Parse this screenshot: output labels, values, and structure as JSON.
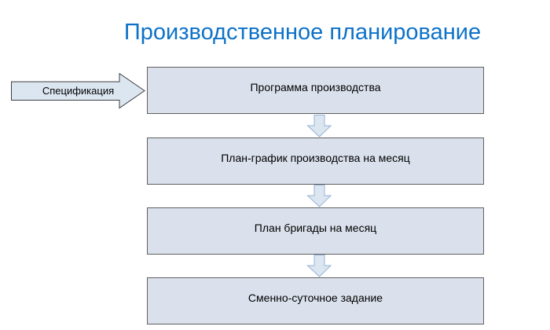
{
  "title": "Производственное планирование",
  "input_arrow": {
    "label": "Спецификация"
  },
  "flow_steps": [
    {
      "label": "Программа производства"
    },
    {
      "label": "План-график производства на месяц"
    },
    {
      "label": "План бригады на месяц"
    },
    {
      "label": "Сменно-суточное задание"
    }
  ],
  "colors": {
    "title-color": "#0d72c8",
    "box-fill": "#dae1ec",
    "box-border": "#5f5f5f",
    "arrow-fill": "#dce6f1",
    "arrow-border": "#95b3d7",
    "spec-border": "#3f3f3f",
    "text-color": "#000000"
  }
}
